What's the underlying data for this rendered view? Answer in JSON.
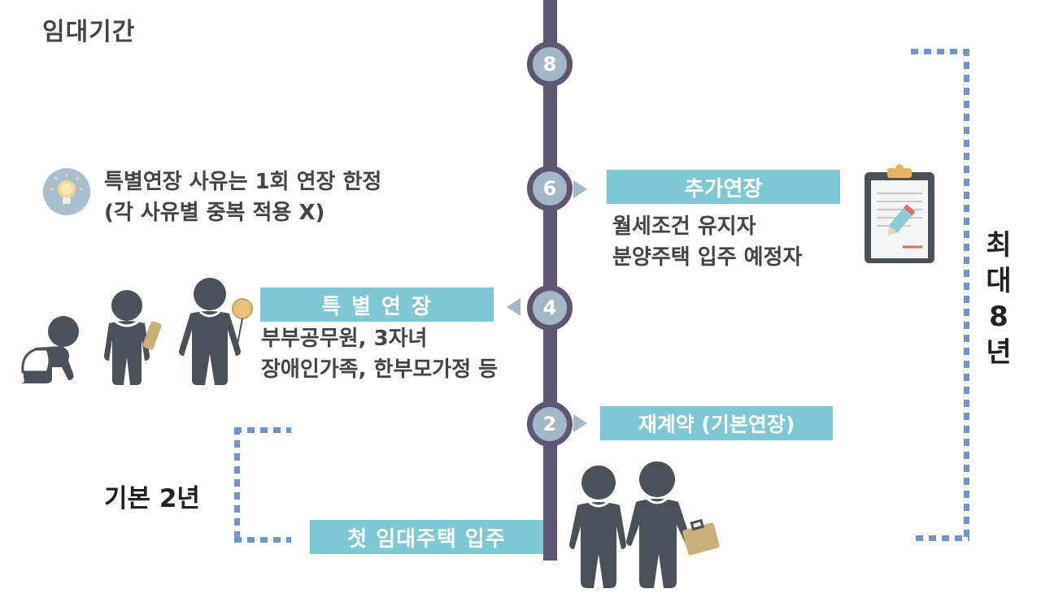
{
  "title": "임대기간",
  "nodes": [
    "8",
    "6",
    "4",
    "2"
  ],
  "tip": {
    "line1": "특별연장 사유는 1회 연장 한정",
    "line2": "(각 사유별 중복 적용 X)"
  },
  "extra_extension": {
    "label": "추가연장",
    "line1": "월세조건 유지자",
    "line2": "분양주택 입주 예정자"
  },
  "special_extension": {
    "label": "특 별 연 장",
    "line1": "부부공무원, 3자녀",
    "line2": "장애인가족, 한부모가정 등"
  },
  "renewal": {
    "label": "재계약 (기본연장)"
  },
  "first_move_in": {
    "label": "첫 임대주택 입주"
  },
  "basic_term": "기본 2년",
  "max_term": [
    "최",
    "대",
    "8",
    "년"
  ],
  "colors": {
    "timeline": "#5f5574",
    "node": "#a2b8c6",
    "banner": "#7ec8d6",
    "dots": "#6f96cf",
    "figure": "#4a5159"
  }
}
